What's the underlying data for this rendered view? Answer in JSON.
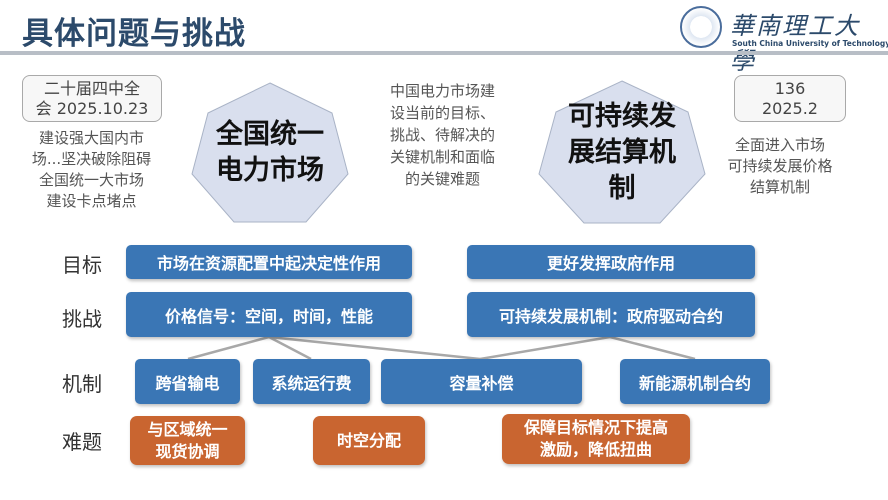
{
  "header": {
    "title": "具体问题与挑战",
    "logo_cn": "華南理工大學",
    "logo_en": "South China University of Technology"
  },
  "left": {
    "date_box": [
      "二十届四中全",
      "会  2025.10.23"
    ],
    "note": [
      "建设强大国内市",
      "场...坚决破除阻碍",
      "全国统一大市场",
      "建设卡点堵点"
    ]
  },
  "heptagon_left": {
    "text": [
      "全国统一",
      "电力市场"
    ]
  },
  "center_note": [
    "中国电力市场建",
    "设当前的目标、",
    "挑战、待解决的",
    "关键机制和面临",
    "的关键难题"
  ],
  "heptagon_right": {
    "text": [
      "可持续发",
      "展结算机",
      "制"
    ]
  },
  "right": {
    "date_box": [
      "136",
      "2025.2"
    ],
    "note": [
      "全面进入市场",
      "可持续发展价格",
      "结算机制"
    ]
  },
  "rows": {
    "goal": "目标",
    "challenge": "挑战",
    "mechanism": "机制",
    "difficulty": "难题"
  },
  "goals": [
    "市场在资源配置中起决定性作用",
    "更好发挥政府作用"
  ],
  "challenges": [
    "价格信号：空间，时间，性能",
    "可持续发展机制：政府驱动合约"
  ],
  "mechanisms": [
    "跨省输电",
    "系统运行费",
    "容量补偿",
    "新能源机制合约"
  ],
  "difficulties": [
    [
      "与区域统一",
      "现货协调"
    ],
    [
      "时空分配"
    ],
    [
      "保障目标情况下提高",
      "激励，降低扭曲"
    ]
  ],
  "colors": {
    "title": "#2c4a6b",
    "blue_box": "#3a76b5",
    "orange_box": "#c96530",
    "heptagon": "#d9dfee",
    "connector": "#a8a8a8"
  }
}
